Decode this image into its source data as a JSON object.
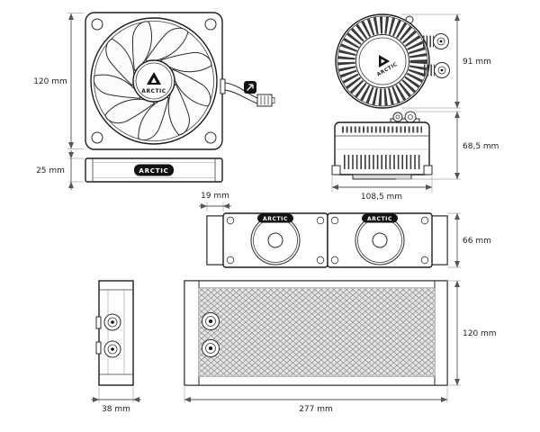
{
  "brand": "ARCTIC",
  "dimensions": {
    "fan_size": "120 mm",
    "fan_thickness": "25 mm",
    "pump_diameter": "91 mm",
    "pump_height": "68,5 mm",
    "pump_width": "108,5 mm",
    "tank_width": "19 mm",
    "assembly_height": "66 mm",
    "radiator_thickness": "38 mm",
    "radiator_height": "120 mm",
    "radiator_length": "277 mm"
  },
  "colors": {
    "line": "#1c1c1c",
    "background": "#ffffff",
    "label_pill": "#121212"
  }
}
